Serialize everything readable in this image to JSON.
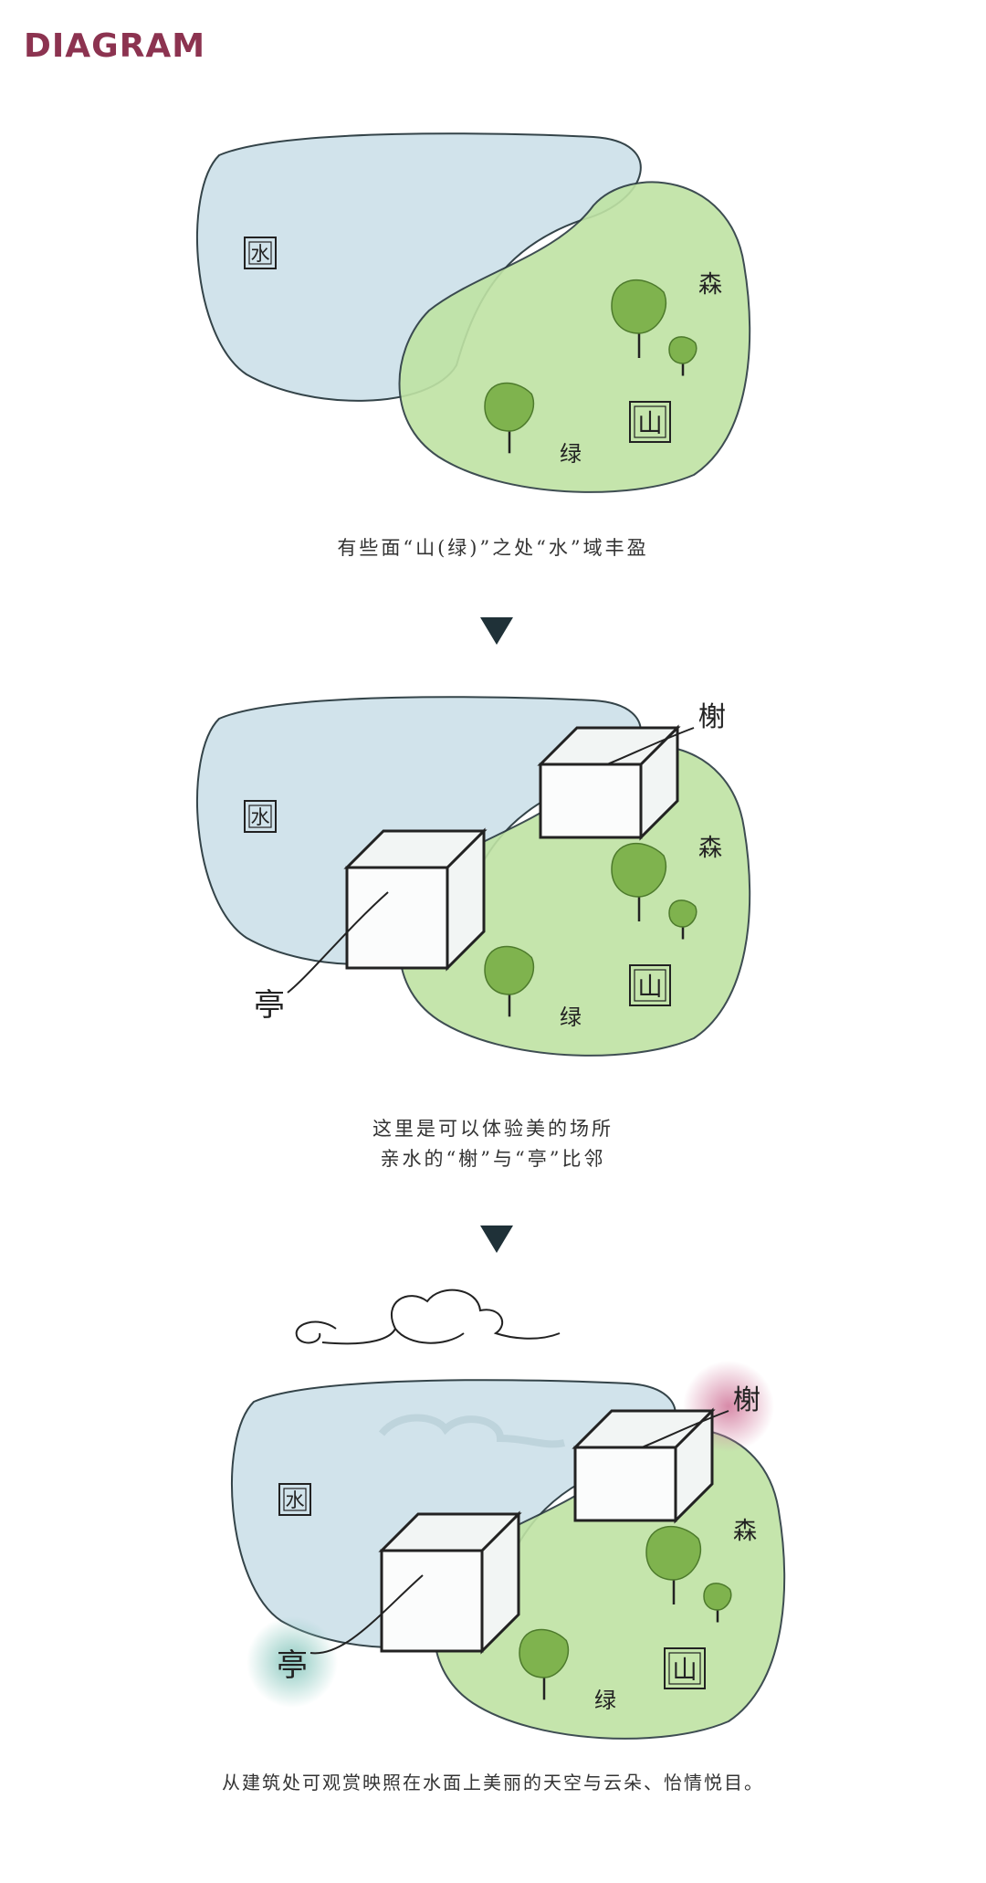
{
  "header": {
    "title": "DIAGRAM"
  },
  "labels": {
    "water": "水",
    "mountain": "山",
    "forest": "森",
    "green": "绿",
    "pavilion_water": "榭",
    "pavilion": "亭"
  },
  "captions": {
    "step1": "有些面“山(绿)”之处“水”域丰盈",
    "step2_line1": "这里是可以体验美的场所",
    "step2_line2": "亲水的“榭”与“亭”比邻",
    "step3": "从建筑处可观赏映照在水面上美丽的天空与云朵、怡情悦目。"
  },
  "colors": {
    "title": "#8c3350",
    "water": "#cfe2ea",
    "mountain": "#bfe3a4",
    "tree": "#7fb34e",
    "arrow": "#1f3138",
    "glow_pink": "#d78aa8",
    "glow_teal": "#8cc9c0"
  }
}
